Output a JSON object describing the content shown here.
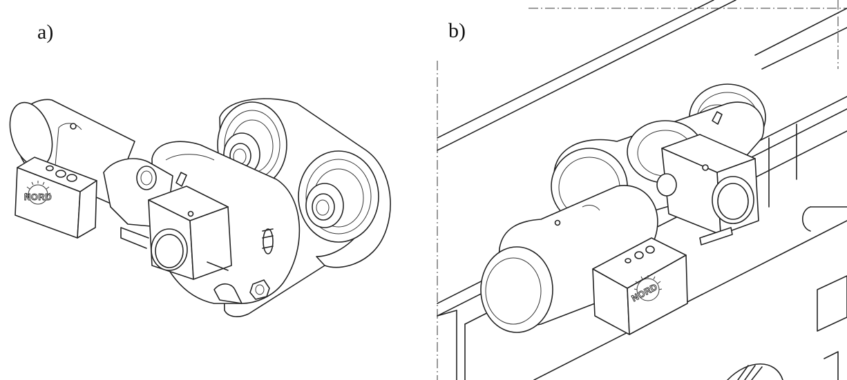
{
  "panels": [
    {
      "label": "a)",
      "logo_text": "NORD"
    },
    {
      "label": "b)",
      "logo_text": "NORD"
    }
  ],
  "colors": {
    "line": "#222222",
    "background": "#ffffff"
  }
}
